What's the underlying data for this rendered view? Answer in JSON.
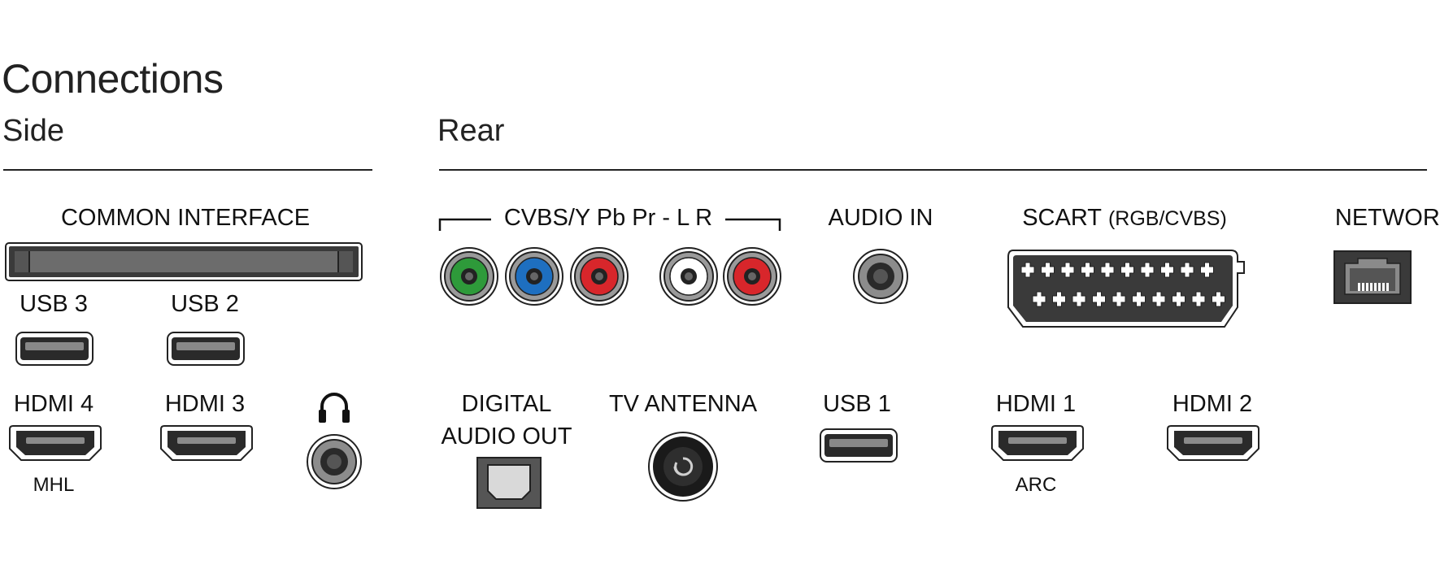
{
  "title": "Connections",
  "sections": {
    "side": "Side",
    "rear": "Rear"
  },
  "side": {
    "common_interface": "COMMON INTERFACE",
    "usb3": "USB 3",
    "usb2": "USB 2",
    "hdmi4": "HDMI 4",
    "hdmi4_sub": "MHL",
    "hdmi3": "HDMI 3",
    "headphones_icon": "headphones-icon"
  },
  "rear": {
    "component_label": "CVBS/Y Pb Pr - L R",
    "audio_in": "AUDIO IN",
    "scart": "SCART",
    "scart_sub": "(RGB/CVBS)",
    "network": "NETWORK",
    "digital_audio_out_line1": "DIGITAL",
    "digital_audio_out_line2": "AUDIO OUT",
    "tv_antenna": "TV ANTENNA",
    "usb1": "USB 1",
    "hdmi1": "HDMI 1",
    "hdmi1_sub": "ARC",
    "hdmi2": "HDMI 2"
  },
  "colors": {
    "rca_green": "#2e9a3a",
    "rca_blue": "#1e6fc0",
    "rca_red": "#d8262b",
    "rca_white": "#ffffff",
    "port_dark": "#2a2a2a",
    "port_gray": "#8a8a8a"
  }
}
